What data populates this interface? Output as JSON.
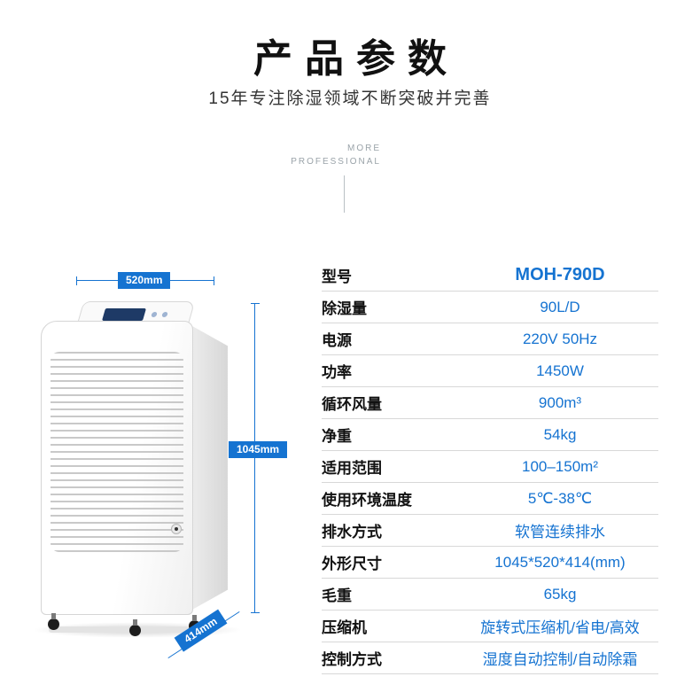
{
  "header": {
    "title": "产品参数",
    "subtitle": "15年专注除湿领域不断突破并完善",
    "more_line1": "MORE",
    "more_line2": "PROFESSIONAL"
  },
  "dimensions": {
    "width_label": "520mm",
    "height_label": "1045mm",
    "depth_label": "414mm"
  },
  "colors": {
    "accent_blue": "#1573d1"
  },
  "specs": {
    "rows": [
      {
        "label": "型号",
        "value": "MOH-790D"
      },
      {
        "label": "除湿量",
        "value": "90L/D"
      },
      {
        "label": "电源",
        "value": "220V 50Hz"
      },
      {
        "label": "功率",
        "value": "1450W"
      },
      {
        "label": "循环风量",
        "value": "900m³"
      },
      {
        "label": "净重",
        "value": "54kg"
      },
      {
        "label": "适用范围",
        "value": "100–150m²"
      },
      {
        "label": "使用环境温度",
        "value": "5℃-38℃"
      },
      {
        "label": "排水方式",
        "value": "软管连续排水"
      },
      {
        "label": "外形尺寸",
        "value": "1045*520*414(mm)"
      },
      {
        "label": "毛重",
        "value": "65kg"
      },
      {
        "label": "压缩机",
        "value": "旋转式压缩机/省电/高效"
      },
      {
        "label": "控制方式",
        "value": "湿度自动控制/自动除霜"
      }
    ]
  }
}
